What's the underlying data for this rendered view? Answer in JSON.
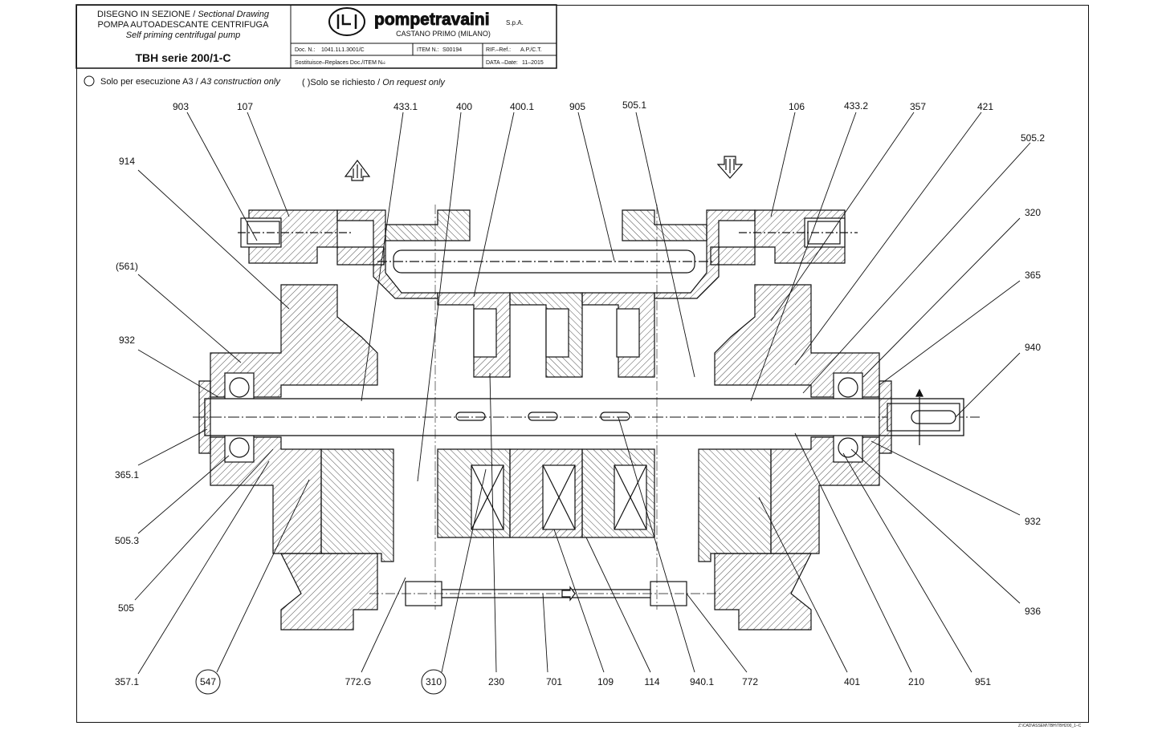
{
  "title_block": {
    "line1_it": "DISEGNO IN SEZIONE",
    "line1_en": "Sectional Drawing",
    "line2_it": "POMPA AUTOADESCANTE CENTRIFUGA",
    "line2_en": "Self priming centrifugal pump",
    "model": "TBH serie 200/1-C",
    "company": "pompetravaini",
    "company_suffix": "S.p.A.",
    "location": "CASTANO PRIMO (MILANO)",
    "doc_no_label": "Doc. N.:",
    "doc_no": "1041.1L1.3001/C",
    "item_no_label": "ITEM N.:",
    "item_no": "S00194",
    "ref_label": "RIF.–Ref.:",
    "ref": "A.P./C.T.",
    "replaces_label": "Sostituisce–Replaces Doc./ITEM N.:",
    "replaces": "–",
    "date_label": "DATA –Date:",
    "date": "11–2015"
  },
  "notes": {
    "a3_it": "Solo per esecuzione A3 /",
    "a3_en": "A3 construction only",
    "request_it": "( )Solo se richiesto /",
    "request_en": "On request only"
  },
  "footer_code": "Z:\\CAD\\ASSEM\\TBH\\TBH200_1–C",
  "labels": {
    "l903": "903",
    "l107": "107",
    "l433_1": "433.1",
    "l400": "400",
    "l400_1": "400.1",
    "l905": "905",
    "l505_1": "505.1",
    "l106": "106",
    "l433_2": "433.2",
    "l357": "357",
    "l421": "421",
    "l505_2": "505.2",
    "l914": "914",
    "l320": "320",
    "l365": "365",
    "l561": "(561)",
    "l932a": "932",
    "l940": "940",
    "l365_1": "365.1",
    "l932b": "932",
    "l505_3": "505.3",
    "l505": "505",
    "l936": "936",
    "l357_1": "357.1",
    "l547": "547",
    "l772g": "772.G",
    "l310": "310",
    "l230": "230",
    "l701": "701",
    "l109": "109",
    "l114": "114",
    "l940_1": "940.1",
    "l772": "772",
    "l401": "401",
    "l210": "210",
    "l951": "951"
  }
}
